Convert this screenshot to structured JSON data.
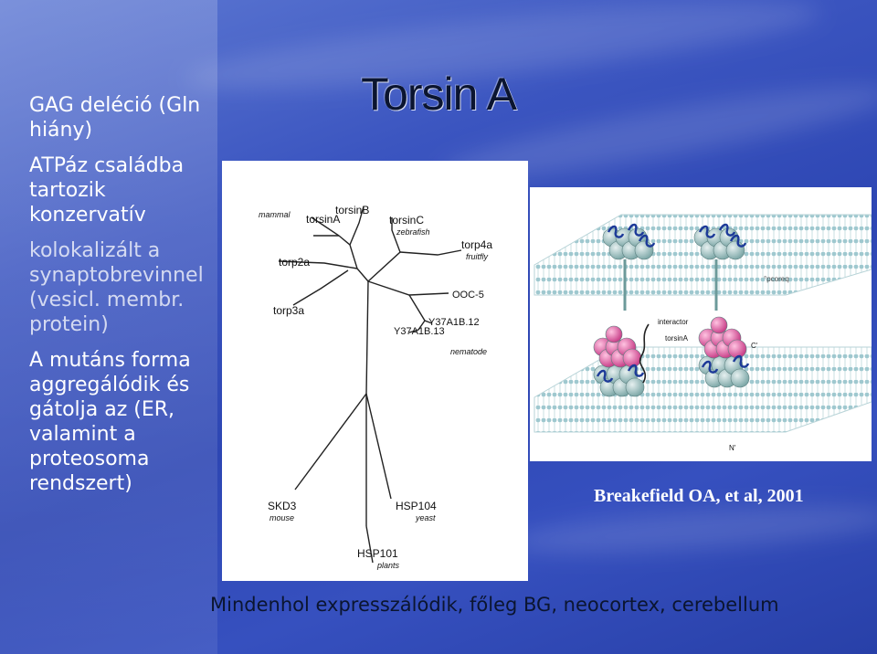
{
  "slide": {
    "title": "Torsin A",
    "bullets": [
      "GAG deléció (Gln hiány)",
      "ATPáz családba tartozik konzervatív",
      "kolokalizált a synaptobrevinnel (vesicl. membr. protein)",
      "A mutáns forma aggregálódik és gátolja az (ER, valamint a proteosoma rendszert)"
    ],
    "citation": "Breakefield OA, et al, 2001",
    "footer": "Mindenhol expresszálódik, főleg BG, neocortex, cerebellum"
  },
  "tree": {
    "labels": {
      "mammal": "mammal",
      "torsinA": "torsinA",
      "torsinB": "torsinB",
      "torsinC": "torsinC",
      "zebrafish": "zebrafish",
      "torp4a": "torp4a",
      "fruitfly": "fruitfly",
      "torp2a": "torp2a",
      "torp3a": "torp3a",
      "ooc5": "OOC-5",
      "y37_12": "Y37A1B.12",
      "y37_13": "Y37A1B.13",
      "nematode": "nematode",
      "skd3": "SKD3",
      "mouse": "mouse",
      "hsp104": "HSP104",
      "yeast": "yeast",
      "hsp101": "HSP101",
      "plants": "plants"
    }
  },
  "membrane": {
    "labels": {
      "upper_corner": "°pcoreq",
      "interactor": "interactor",
      "torsinA": "torsinA",
      "c_term": "C'",
      "n_term": "N'"
    }
  },
  "colors": {
    "background": "#3550bf",
    "title": "#0b1530",
    "bullet_text": "#ffffff",
    "hexamer_torsin": "#e06aa8",
    "hexamer_base": "#a8c8c8",
    "membrane_head": "#9fc8cf",
    "membrane_tail": "#d5e8ea",
    "loop": "#1d3a98"
  },
  "icons": [
    "phylogenetic-tree",
    "membrane-diagram"
  ]
}
